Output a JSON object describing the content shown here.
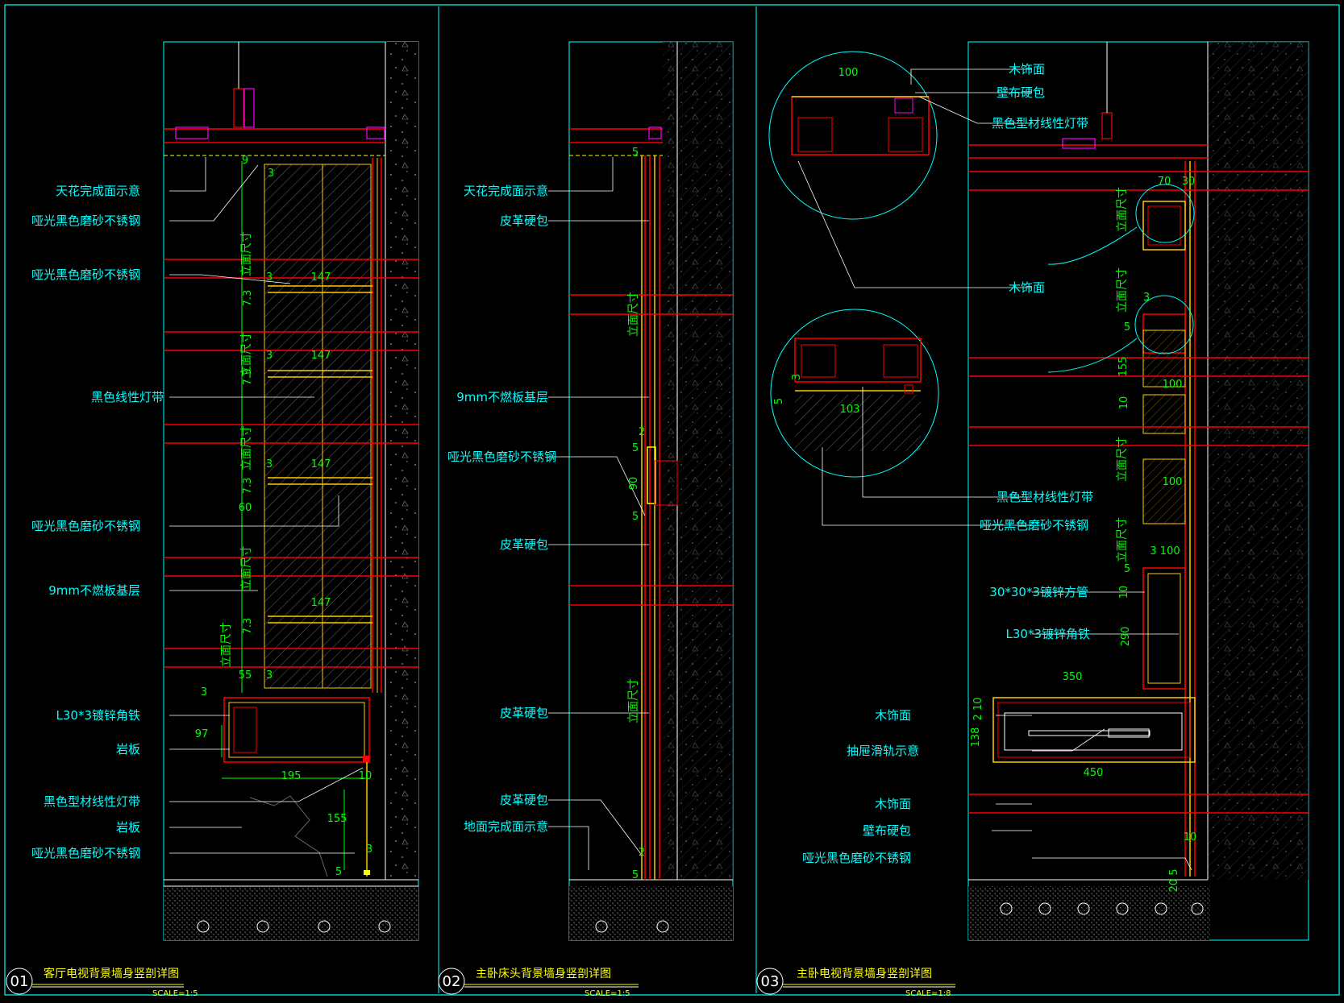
{
  "colors": {
    "background": "#000000",
    "frame": "#00ffff",
    "label": "#00ffff",
    "dimension": "#00ff00",
    "wall": "#ff0000",
    "finish": "#ffcc00",
    "magenta": "#ff00ff"
  },
  "panels": [
    {
      "number": "01",
      "title": "客厅电视背景墙身竖剖详图",
      "scale": "SCALE=1:5",
      "labels": [
        "天花完成面示意",
        "哑光黑色磨砂不锈钢",
        "哑光黑色磨砂不锈钢",
        "黑色线性灯带",
        "哑光黑色磨砂不锈钢",
        "9mm不燃板基层",
        "L30*3镀锌角铁",
        "岩板",
        "黑色型材线性灯带",
        "岩板",
        "哑光黑色磨砂不锈钢"
      ],
      "dims": [
        "9",
        "3",
        "3",
        "147",
        "3",
        "147",
        "3",
        "147",
        "60",
        "147",
        "3",
        "55",
        "3",
        "97",
        "195",
        "10",
        "155",
        "3",
        "5",
        "7.3",
        "7.3",
        "7.3",
        "7.3"
      ],
      "elev": "立面尺寸"
    },
    {
      "number": "02",
      "title": "主卧床头背景墙身竖剖详图",
      "scale": "SCALE=1:5",
      "labels": [
        "天花完成面示意",
        "皮革硬包",
        "9mm不燃板基层",
        "哑光黑色磨砂不锈钢",
        "皮革硬包",
        "皮革硬包",
        "皮革硬包",
        "地面完成面示意"
      ],
      "dims": [
        "5",
        "2",
        "5",
        "90",
        "5",
        "2",
        "5"
      ],
      "elev": "立面尺寸"
    },
    {
      "number": "03",
      "title": "主卧电视背景墙身竖剖详图",
      "scale": "SCALE=1:8",
      "labels": [
        "木饰面",
        "壁布硬包",
        "黑色型材线性灯带",
        "木饰面",
        "黑色型材线性灯带",
        "哑光黑色磨砂不锈钢",
        "30*30*3镀锌方管",
        "L30*3镀锌角铁",
        "木饰面",
        "抽屉滑轨示意",
        "木饰面",
        "壁布硬包",
        "哑光黑色磨砂不锈钢"
      ],
      "dims": [
        "100",
        "70",
        "30",
        "3",
        "5",
        "155",
        "100",
        "10",
        "100",
        "3 100",
        "5",
        "10",
        "290",
        "350",
        "2 10",
        "138",
        "450",
        "10",
        "20 5",
        "103",
        "3",
        "5"
      ],
      "elev": "立面尺寸"
    }
  ]
}
